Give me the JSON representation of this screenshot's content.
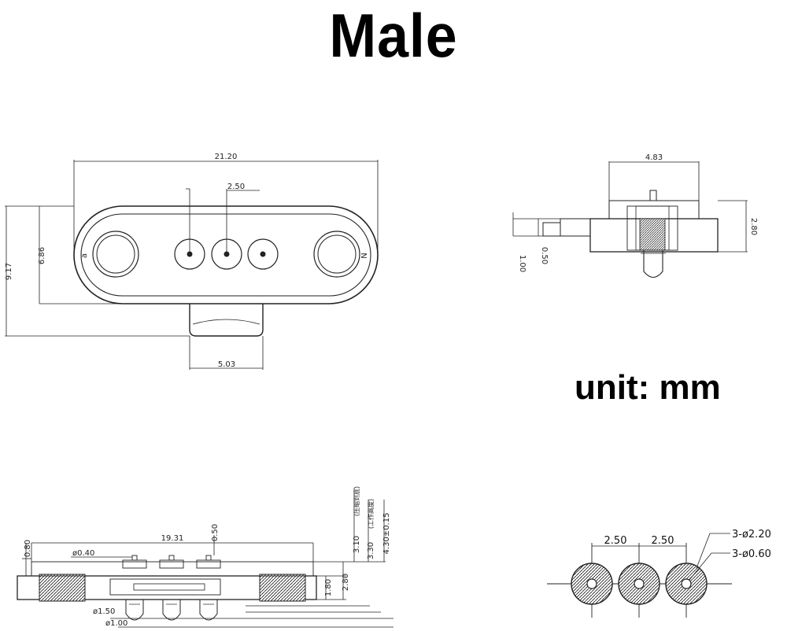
{
  "title": "Male",
  "unit_label": "unit: mm",
  "top_view": {
    "width": "21.20",
    "pitch": "2.50",
    "height_total": "9.17",
    "height_body": "6.86",
    "tab_width": "5.03",
    "marker_left": "a",
    "marker_right": "N"
  },
  "side_view": {
    "width": "4.83",
    "height": "2.80",
    "dim_a": "1.00",
    "dim_b": "0.50"
  },
  "front_view": {
    "length": "19.31",
    "pin_top": "0.50",
    "left_h": "0.80",
    "pin_dia": "ø0.40",
    "stroke_max": "3.10",
    "stroke_max_note": "(压缩到底)",
    "stroke_work": "3.30",
    "stroke_work_note": "(工作高度)",
    "total_h": "4.30±0.15",
    "dim_180": "1.80",
    "dim_280": "2.80",
    "dia_150": "ø1.50",
    "dia_100": "ø1.00"
  },
  "pin_layout": {
    "pitch1": "2.50",
    "pitch2": "2.50",
    "outer": "3-ø2.20",
    "inner": "3-ø0.60"
  }
}
